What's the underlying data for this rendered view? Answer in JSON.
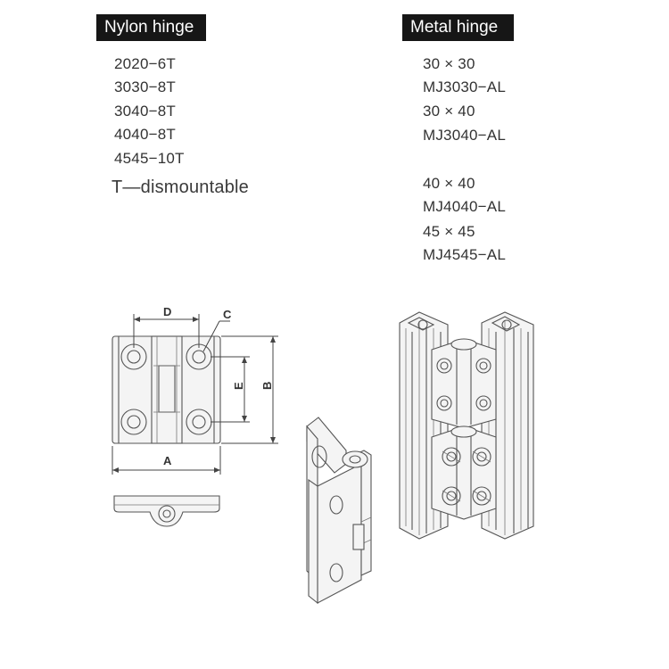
{
  "nylon": {
    "title": "Nylon hinge",
    "items": [
      "2020−6T",
      "3030−8T",
      "3040−8T",
      "4040−8T",
      "4545−10T"
    ],
    "note": "T—dismountable"
  },
  "metal": {
    "title": "Metal hinge",
    "items": [
      "30 × 30",
      "MJ3030−AL",
      "30 × 40",
      "MJ3040−AL",
      "40 × 40",
      "MJ4040−AL",
      "45 × 45",
      "MJ4545−AL"
    ]
  },
  "diagram_labels": {
    "a": "A",
    "b": "B",
    "c": "C",
    "d": "D",
    "e": "E"
  }
}
